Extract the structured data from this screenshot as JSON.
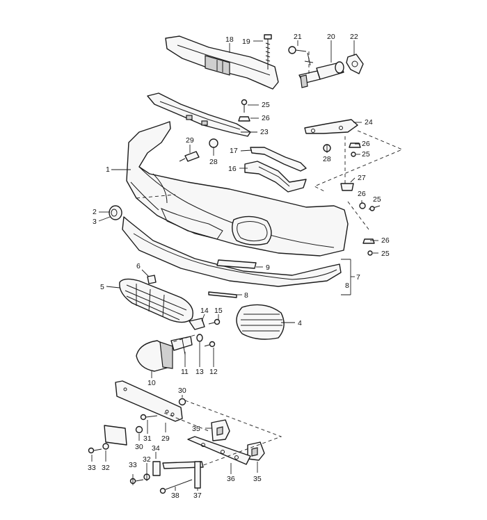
{
  "callouts": {
    "c1": "1",
    "c2": "2",
    "c3": "3",
    "c4": "4",
    "c5": "5",
    "c6": "6",
    "c7": "7",
    "c8a": "8",
    "c8b": "8",
    "c9": "9",
    "c10": "10",
    "c11": "11",
    "c12": "12",
    "c13": "13",
    "c14": "14",
    "c15": "15",
    "c16": "16",
    "c17": "17",
    "c18": "18",
    "c19": "19",
    "c20": "20",
    "c21": "21",
    "c22": "22",
    "c23": "23",
    "c24": "24",
    "c25a": "25",
    "c25b": "25",
    "c25c": "25",
    "c25d": "25",
    "c26a": "26",
    "c26b": "26",
    "c26c": "26",
    "c26d": "26",
    "c27": "27",
    "c28a": "28",
    "c28b": "28",
    "c29": "29",
    "c30a": "30",
    "c30b": "30",
    "c31": "31",
    "c32a": "32",
    "c32b": "32",
    "c33a": "33",
    "c33b": "33",
    "c34": "34",
    "c35a": "35",
    "c35b": "35",
    "c36": "36",
    "c37": "37",
    "c38": "38"
  }
}
